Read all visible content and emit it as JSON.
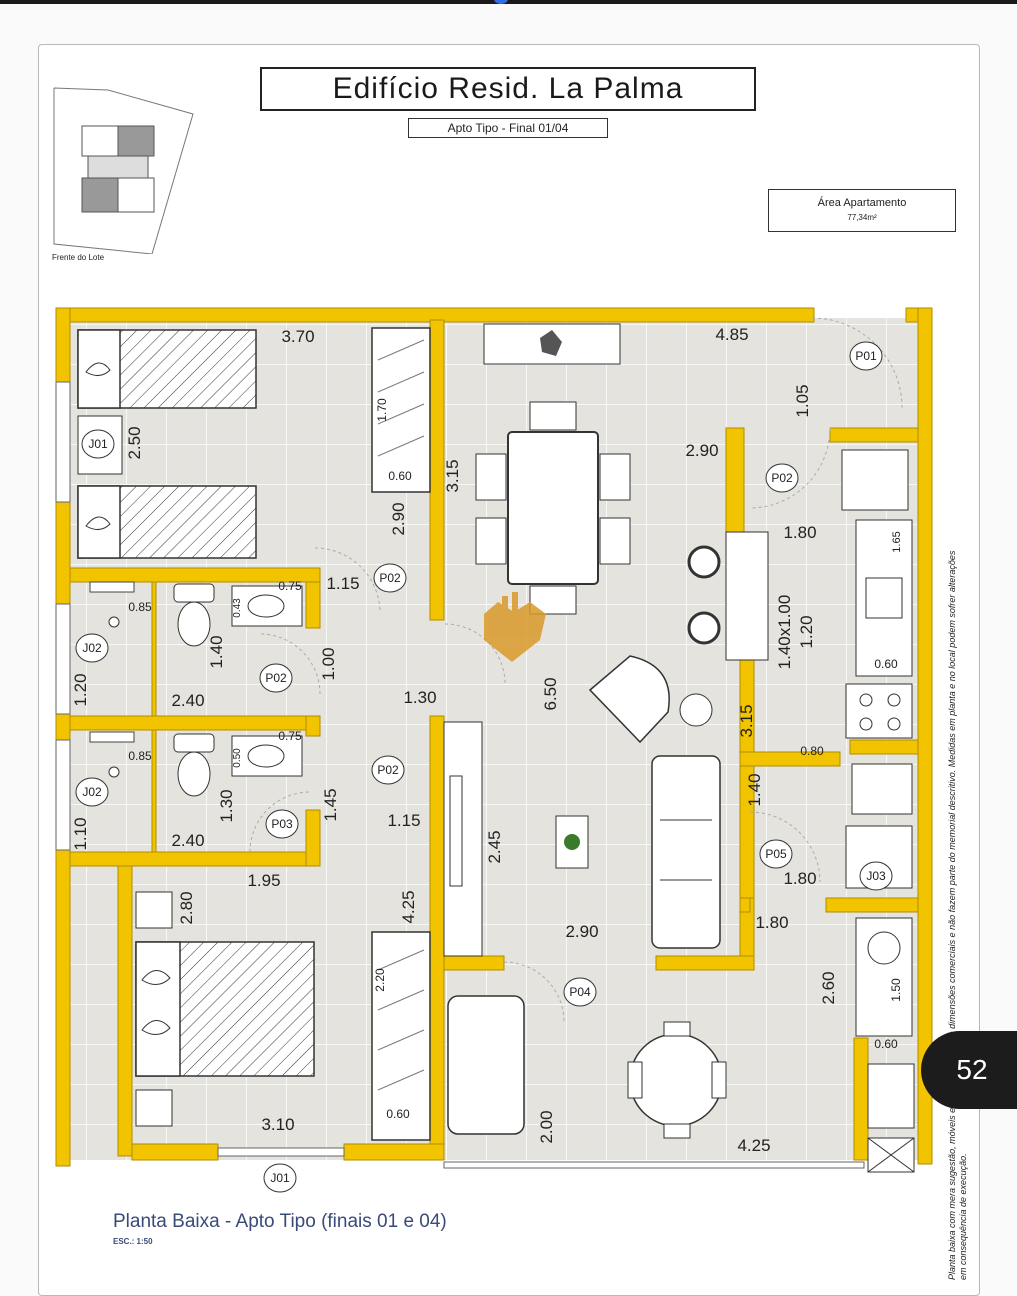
{
  "title": "Edifício Resid. La Palma",
  "subtitle": "Apto Tipo - Final 01/04",
  "area": {
    "label": "Área Apartamento",
    "value": "77,34m²"
  },
  "lot_label": "Frente do Lote",
  "footer": {
    "title": "Planta Baixa - Apto Tipo (finais 01 e 04)",
    "scale": "ESC.: 1:50"
  },
  "side_note": "Planta baixa com mera sugestão, móveis e equipamentos tem dimensões comerciais e não fazem parte do memorial descritivo. Medidas em planta e no local podem sofrer alterações em consequência de execução.",
  "page_number": "52",
  "colors": {
    "wall": "#f2c400",
    "wall_edge": "#b08c00",
    "floor": "#e4e3dd",
    "floor_grid": "#ffffff",
    "furniture": "#ffffff",
    "line": "#4a4a4a"
  },
  "labels": {
    "dims": [
      "3.70",
      "4.85",
      "2.50",
      "1.70",
      "0.60",
      "3.15",
      "2.90",
      "2.90",
      "1.05",
      "1.80",
      "1.65",
      "1.15",
      "0.85",
      "0.75",
      "0.43",
      "1.40",
      "1.00",
      "1.20",
      "1.40x1.00",
      "6.50",
      "1.20",
      "2.40",
      "1.30",
      "0.60",
      "3.15",
      "0.80",
      "0.85",
      "0.75",
      "0.50",
      "1.30",
      "1.45",
      "1.15",
      "1.40",
      "1.10",
      "2.40",
      "1.80",
      "1.95",
      "2.80",
      "4.25",
      "2.45",
      "2.90",
      "1.80",
      "2.20",
      "2.60",
      "1.50",
      "0.60",
      "0.60",
      "3.10",
      "2.00",
      "4.25"
    ],
    "codes": [
      "J01",
      "P01",
      "P02",
      "J02",
      "P02",
      "P02",
      "J02",
      "P03",
      "P02",
      "P05",
      "J03",
      "P04",
      "J01"
    ]
  }
}
